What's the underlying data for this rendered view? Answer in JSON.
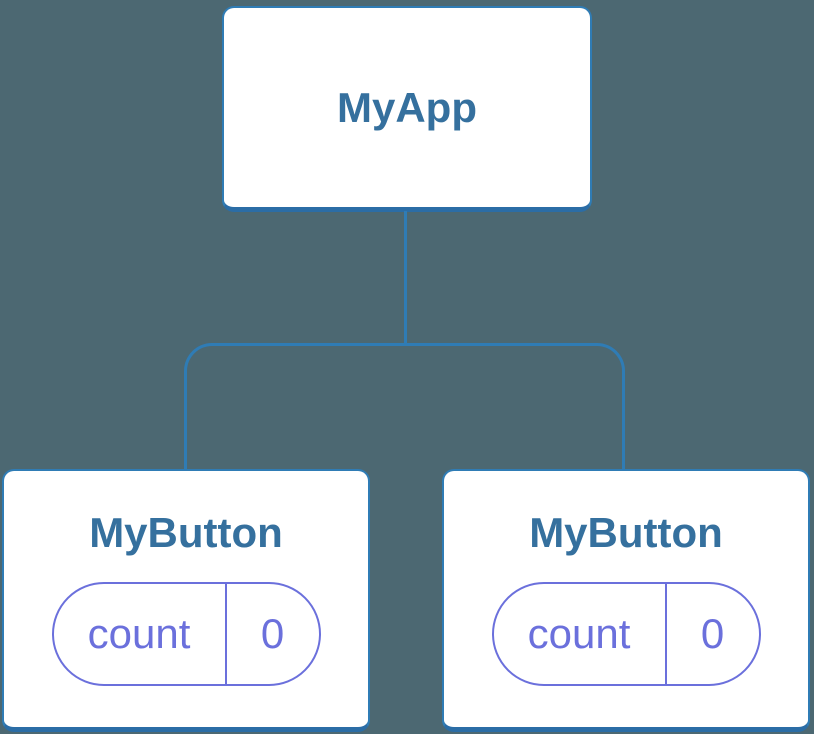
{
  "colors": {
    "background": "#4C6872",
    "connector_line": "#2F7CB5",
    "node_border": "#2F7CB5",
    "node_border_bottom": "#2B6DA6",
    "node_fill": "#FFFFFF",
    "node_label_text": "#35709E",
    "state_accent": "#6B70DC"
  },
  "tree": {
    "root": {
      "label": "MyApp"
    },
    "children": [
      {
        "label": "MyButton",
        "state": {
          "name": "count",
          "value": "0"
        }
      },
      {
        "label": "MyButton",
        "state": {
          "name": "count",
          "value": "0"
        }
      }
    ]
  }
}
